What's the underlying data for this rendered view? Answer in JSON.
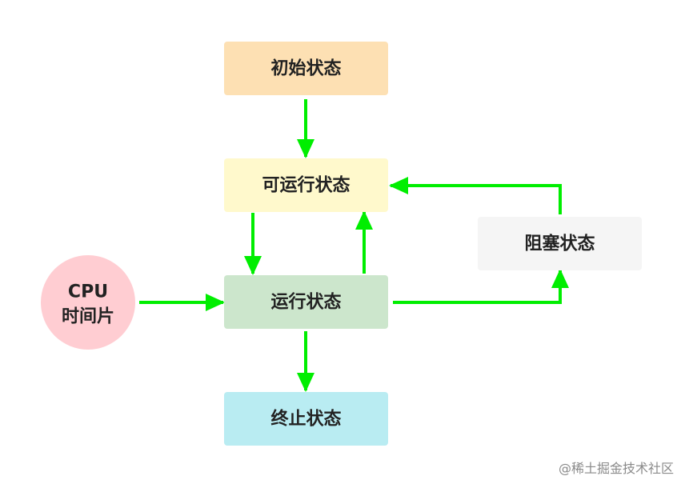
{
  "nodes": {
    "initial": {
      "label": "初始状态",
      "color": "#fde0b3"
    },
    "runnable": {
      "label": "可运行状态",
      "color": "#fff9cc"
    },
    "running": {
      "label": "运行状态",
      "color": "#cce6cc"
    },
    "blocked": {
      "label": "阻塞状态",
      "color": "#f5f5f5"
    },
    "terminated": {
      "label": "终止状态",
      "color": "#b9ecf2"
    },
    "cpu_slice": {
      "line1": "CPU",
      "line2": "时间片",
      "color": "#ffcdd2"
    }
  },
  "edges": {
    "color": "#00ee00"
  },
  "watermark": "@稀土掘金技术社区"
}
